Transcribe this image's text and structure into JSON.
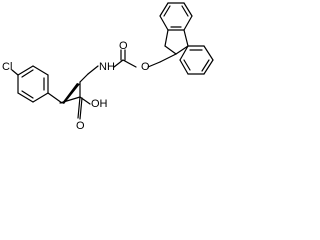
{
  "structure": {
    "colors": {
      "bond": "#000000",
      "background": "#ffffff"
    },
    "atom_labels": {
      "o_carbonyl_top": "O",
      "o_ester": "O",
      "nh": "NH",
      "cl": "Cl",
      "oh": "OH",
      "o_acid": "O"
    }
  }
}
